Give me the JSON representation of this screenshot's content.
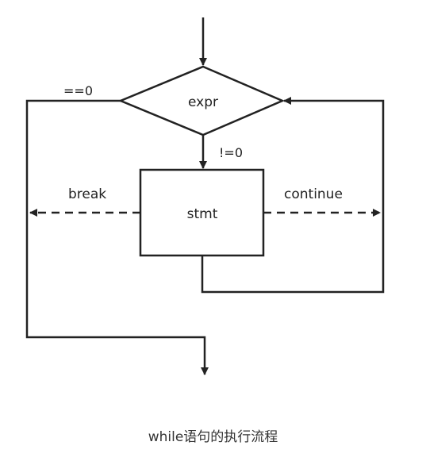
{
  "diagram": {
    "condition_node": "expr",
    "statement_node": "stmt",
    "false_edge_label": "==0",
    "true_edge_label": "!=0",
    "break_label": "break",
    "continue_label": "continue"
  },
  "caption": "while语句的执行流程",
  "colors": {
    "line": "#222222",
    "background": "#ffffff"
  }
}
